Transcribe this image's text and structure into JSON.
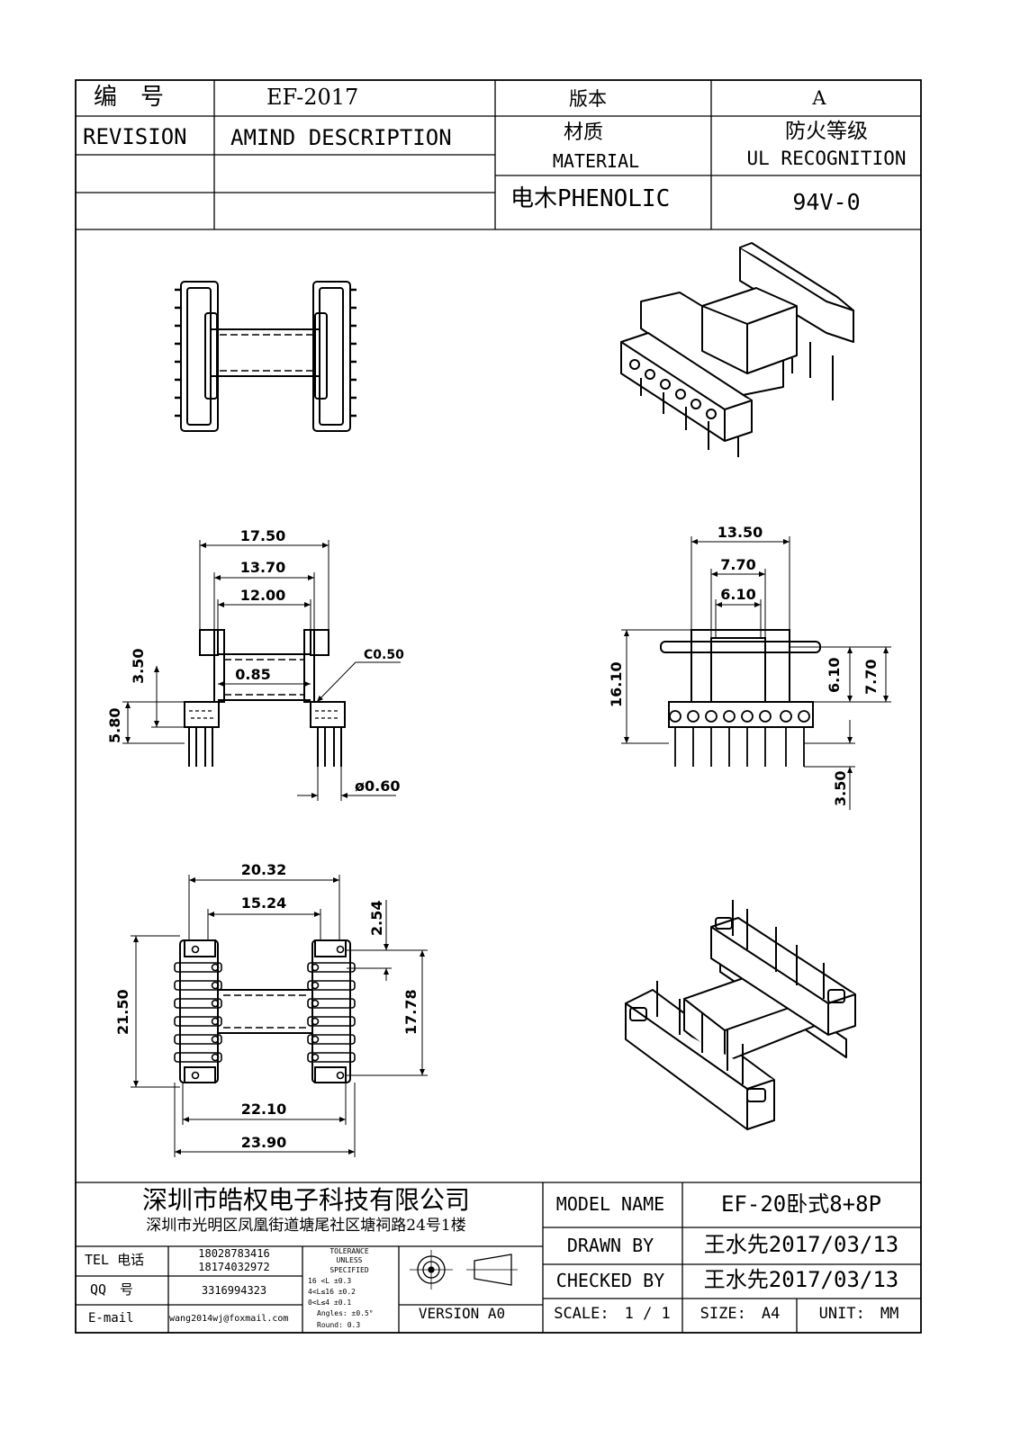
{
  "header": {
    "number_label": "编　号",
    "number_value": "EF-2017",
    "version_label": "版本",
    "version_value": "A",
    "revision_label": "REVISION",
    "amend_label": "AMIND DESCRIPTION",
    "material_cn": "材质",
    "material_en": "MATERIAL",
    "fire_cn": "防火等级",
    "fire_en": "UL RECOGNITION",
    "material_value": "电木PHENOLIC",
    "fire_value": "94V-0"
  },
  "dimensions": {
    "side_view": [
      "17.50",
      "13.70",
      "12.00",
      "3.50",
      "0.85",
      "C0.50",
      "5.80",
      "ø0.60"
    ],
    "front_view": [
      "13.50",
      "7.70",
      "6.10",
      "16.10",
      "6.10",
      "7.70",
      "3.50"
    ],
    "bottom_view": [
      "20.32",
      "15.24",
      "2.54",
      "21.50",
      "17.78",
      "22.10",
      "23.90"
    ]
  },
  "title_block": {
    "company": "深圳市皓权电子科技有限公司",
    "address": "深圳市光明区凤凰街道塘尾社区塘祠路24号1楼",
    "tel_label": "TEL 电话",
    "tel_1": "18028783416",
    "tel_2": "18174032972",
    "qq_label": "QQ　号",
    "qq_value": "3316994323",
    "email_label": "E-mail",
    "email_value": "wang2014wj@foxmail.com",
    "tolerance": [
      "TOLERANCE",
      "UNLESS",
      "SPECIFIED",
      "16 <L        ±0.3",
      "4<L≤16      ±0.2",
      "0<L≤4       ±0.1",
      "Angles: ±0.5°",
      "Round: 0.3"
    ],
    "version": "VERSION A0",
    "model_label": "MODEL NAME",
    "model_value": "EF-20卧式8+8P",
    "drawn_label": "DRAWN BY",
    "drawn_value": "王水先2017/03/13",
    "checked_label": "CHECKED BY",
    "checked_value": "王水先2017/03/13",
    "scale": "SCALE:　1 / 1",
    "size": "SIZE:　A4",
    "unit": "UNIT:　MM"
  }
}
